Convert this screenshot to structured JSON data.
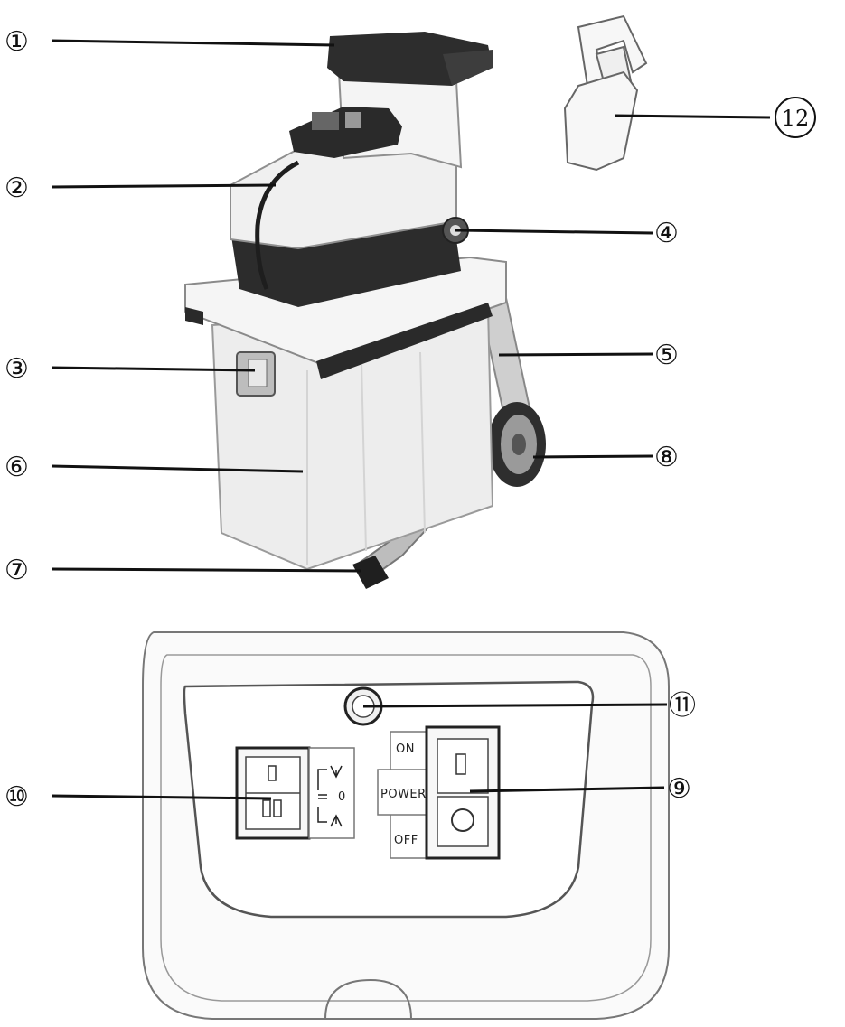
{
  "callouts": {
    "c1": "①",
    "c2": "②",
    "c3": "③",
    "c4": "④",
    "c5": "⑤",
    "c6": "⑥",
    "c7": "⑦",
    "c8": "⑧",
    "c9": "⑨",
    "c10": "⑩",
    "c11": "⑪",
    "c12": "12"
  },
  "panel": {
    "on_label": "ON",
    "power_label": "POWER",
    "off_label": "OFF",
    "dir_zero": "0"
  },
  "colors": {
    "line": "#111111",
    "body_white": "#f2f2f2",
    "dark_gray": "#2b2b2b"
  }
}
